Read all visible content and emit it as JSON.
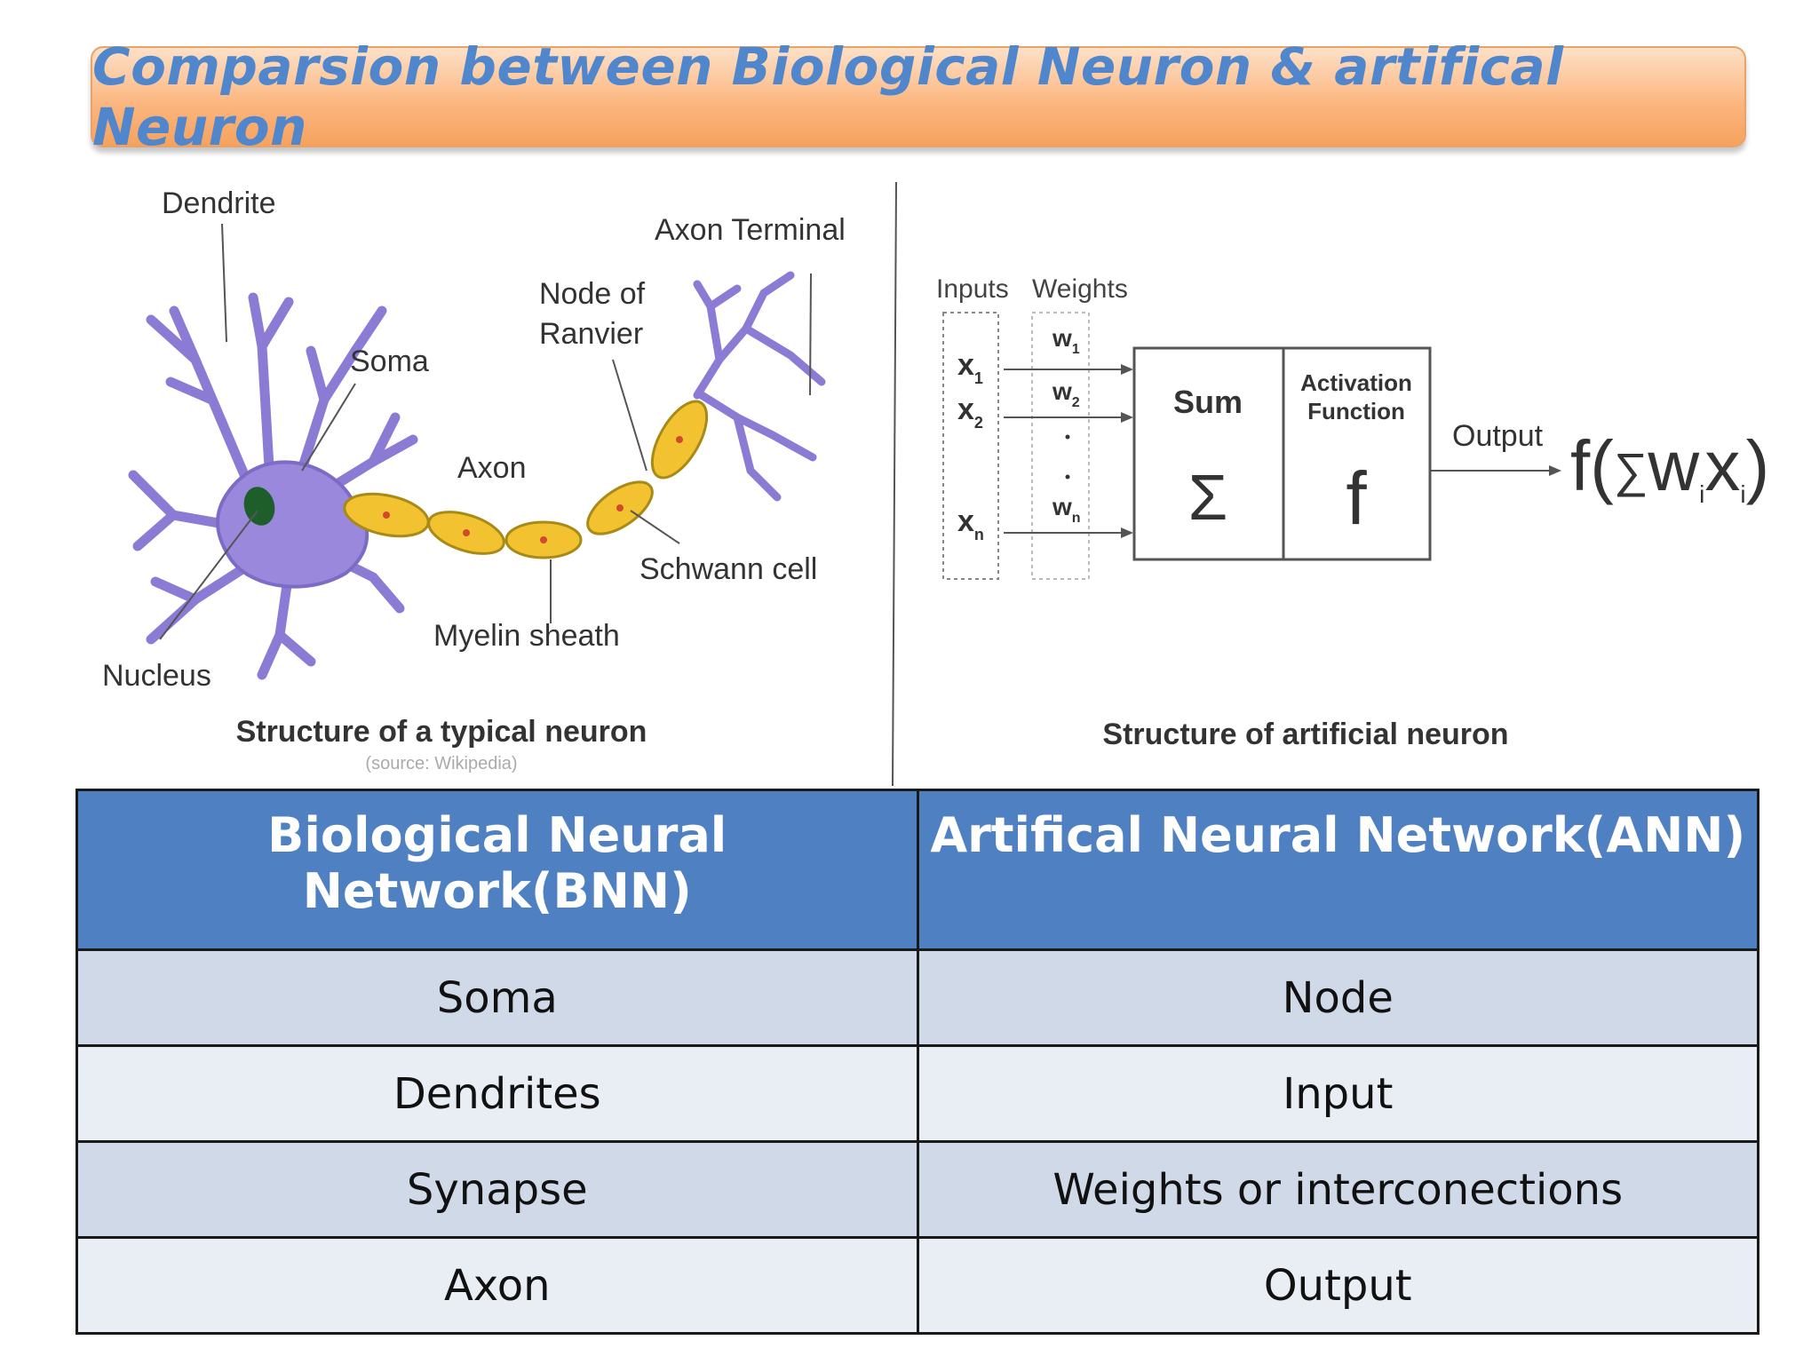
{
  "title": "Comparsion between Biological Neuron & artifical Neuron",
  "bio_figure": {
    "labels": {
      "dendrite": "Dendrite",
      "soma": "Soma",
      "axon_terminal": "Axon Terminal",
      "node_of_ranvier_1": "Node of",
      "node_of_ranvier_2": "Ranvier",
      "axon": "Axon",
      "schwann_cell": "Schwann cell",
      "myelin_sheath": "Myelin sheath",
      "nucleus": "Nucleus"
    },
    "caption": "Structure of a typical neuron",
    "source": "(source: Wikipedia)"
  },
  "ann_figure": {
    "inputs_label": "Inputs",
    "weights_label": "Weights",
    "x1": "x",
    "x1_sub": "1",
    "x2": "x",
    "x2_sub": "2",
    "xn": "x",
    "xn_sub": "n",
    "w1": "w",
    "w1_sub": "1",
    "w2": "w",
    "w2_sub": "2",
    "wn": "w",
    "wn_sub": "n",
    "sum_label": "Sum",
    "sum_symbol": "Σ",
    "activation_label_1": "Activation",
    "activation_label_2": "Function",
    "activation_symbol": "f",
    "output_label": "Output",
    "formula_prefix": "f(",
    "formula_sigma": "∑",
    "formula_w": "w",
    "formula_i": "i",
    "formula_x": "x",
    "formula_close": ")",
    "caption": "Structure of artificial neuron"
  },
  "table": {
    "headers": [
      "Biological Neural Network(BNN)",
      "Artifical Neural Network(ANN)"
    ],
    "rows": [
      [
        "Soma",
        "Node"
      ],
      [
        "Dendrites",
        "Input"
      ],
      [
        "Synapse",
        "Weights or interconections"
      ],
      [
        "Axon",
        "Output"
      ]
    ]
  }
}
